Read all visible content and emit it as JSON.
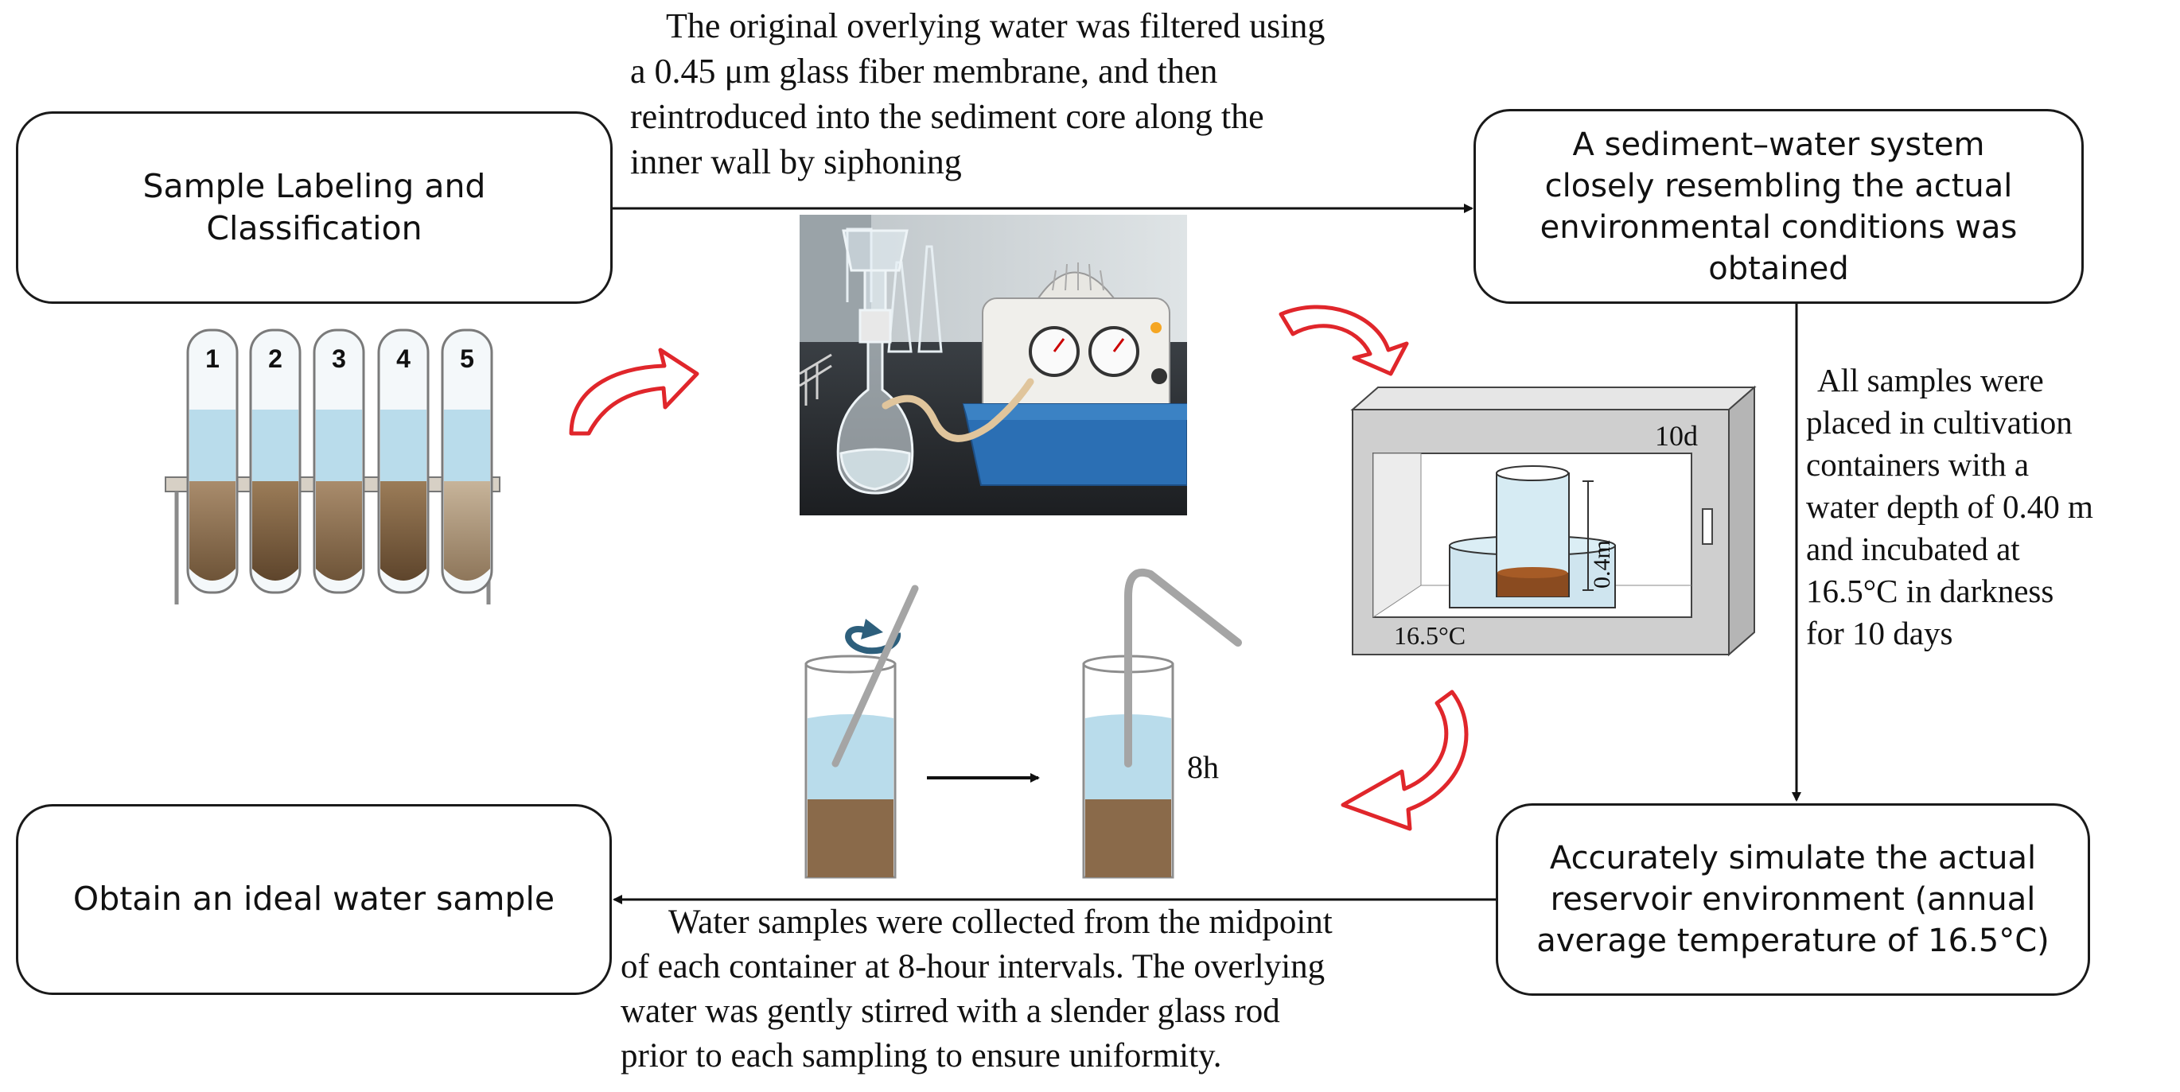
{
  "steps": {
    "labeling": "Sample Labeling and Classification",
    "system": "A sediment–water system closely resembling the actual environmental conditions was obtained",
    "simulate": "Accurately simulate the actual reservoir environment (annual average temperature of 16.5°C)",
    "obtain": "Obtain an ideal water sample"
  },
  "notes": {
    "filter_lines": [
      "The original overlying water was filtered using",
      "a 0.45 μm glass fiber membrane, and then",
      "reintroduced into the sediment core along the",
      "inner wall by siphoning"
    ],
    "incubation_lines": [
      "All samples were",
      "placed in cultivation",
      "containers with a",
      "water depth of 0.40 m",
      "and incubated at",
      "16.5°C in darkness",
      "for 10 days"
    ],
    "sampling_lines": [
      "Water samples were collected from the midpoint",
      "of each container at 8-hour intervals. The overlying",
      "water was gently stirred with a slender glass rod",
      "prior to each sampling to ensure uniformity."
    ]
  },
  "tubes": [
    "1",
    "2",
    "3",
    "4",
    "5"
  ],
  "incubator": {
    "duration": "10d",
    "depth": "0.4m",
    "temperature": "16.5°C"
  },
  "sampling_interval": "8h",
  "colors": {
    "water": "#b9dceb",
    "sediment": "#8a6a4a",
    "arrow_red": "#e0262b",
    "incubator": "#cfcfcf",
    "stir_icon": "#2d5f7c"
  }
}
